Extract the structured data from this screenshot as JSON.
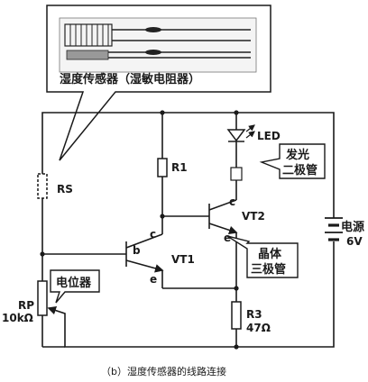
{
  "callouts": {
    "sensor_title": "湿度传感器（湿敏电阻器）",
    "led_callout": {
      "line1": "发光",
      "line2": "二极管"
    },
    "transistor_callout": {
      "line1": "晶体",
      "line2": "三极管"
    },
    "pot_callout": "电位器"
  },
  "components": {
    "rs": "RS",
    "r1": "R1",
    "led": "LED",
    "vt1": "VT1",
    "vt2": "VT2",
    "r3_name": "R3",
    "r3_value": "47Ω",
    "rp_name": "RP",
    "rp_value": "10kΩ",
    "base_b": "b",
    "coll_c1": "c",
    "emit_e1": "e",
    "coll_c2": "c",
    "emit_e2": "e"
  },
  "power": {
    "label": "电源",
    "voltage": "6V"
  },
  "caption": "（b）湿度传感器的线路连接"
}
